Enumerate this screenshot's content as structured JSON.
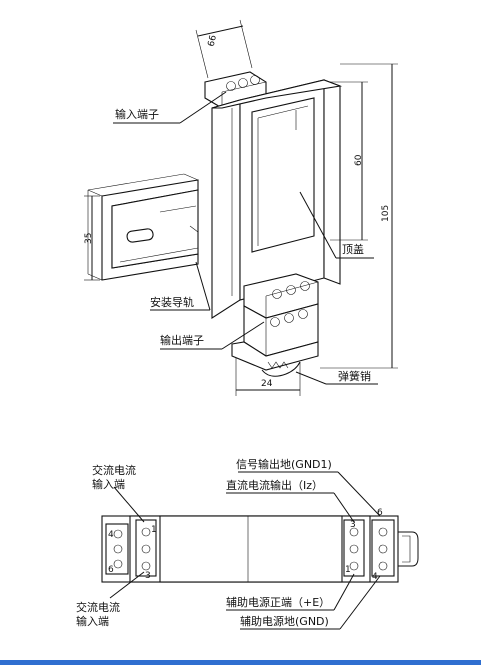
{
  "diagram": {
    "top_view": {
      "labels": {
        "input_terminal": "输入端子",
        "mounting_rail": "安装导轨",
        "output_terminal": "输出端子",
        "top_cover": "顶盖",
        "spring_pin": "弹簧销"
      },
      "dimensions": {
        "depth": "66",
        "rail_height": "35",
        "cover_height": "60",
        "total_height": "105",
        "width": "24"
      }
    },
    "wiring_view": {
      "labels": {
        "ac_input_top": [
          "交流电流",
          "输入端"
        ],
        "ac_input_bottom": [
          "交流电流",
          "输入端"
        ],
        "signal_gnd": "信号输出地(GND1)",
        "dc_output": "直流电流输出（Iz）",
        "aux_power_pos": "辅助电源正端（+E）",
        "aux_power_gnd": "辅助电源地(GND)"
      },
      "pin_numbers": {
        "left_outer_top": "4",
        "left_outer_bottom": "6",
        "left_inner_top": "1",
        "left_inner_bottom": "3",
        "right_inner_top": "3",
        "right_inner_bottom": "1",
        "right_outer_top": "6",
        "right_outer_bottom": "4"
      }
    }
  }
}
